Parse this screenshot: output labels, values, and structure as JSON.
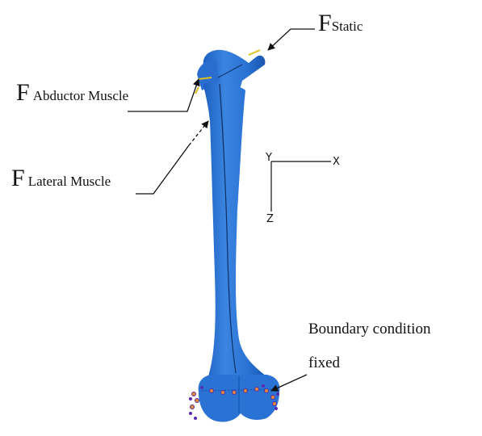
{
  "labels": {
    "f_static": {
      "main": "F",
      "sub": "Static"
    },
    "f_abductor": {
      "main": "F",
      "sub": "Abductor Muscle"
    },
    "f_lateral": {
      "main": "F",
      "sub": "Lateral Muscle"
    },
    "boundary_line1": "Boundary condition",
    "boundary_line2": "fixed"
  },
  "axes": {
    "y": "Y",
    "x": "X",
    "z": "Z"
  },
  "colors": {
    "bone": "#2a72d4",
    "bone_dark": "#1a56b0",
    "bone_light": "#5a9be8",
    "arrow": "#111111",
    "load_marker": "#e0c020",
    "constraint_orange": "#e08a30",
    "constraint_purple": "#5a2bb0"
  }
}
